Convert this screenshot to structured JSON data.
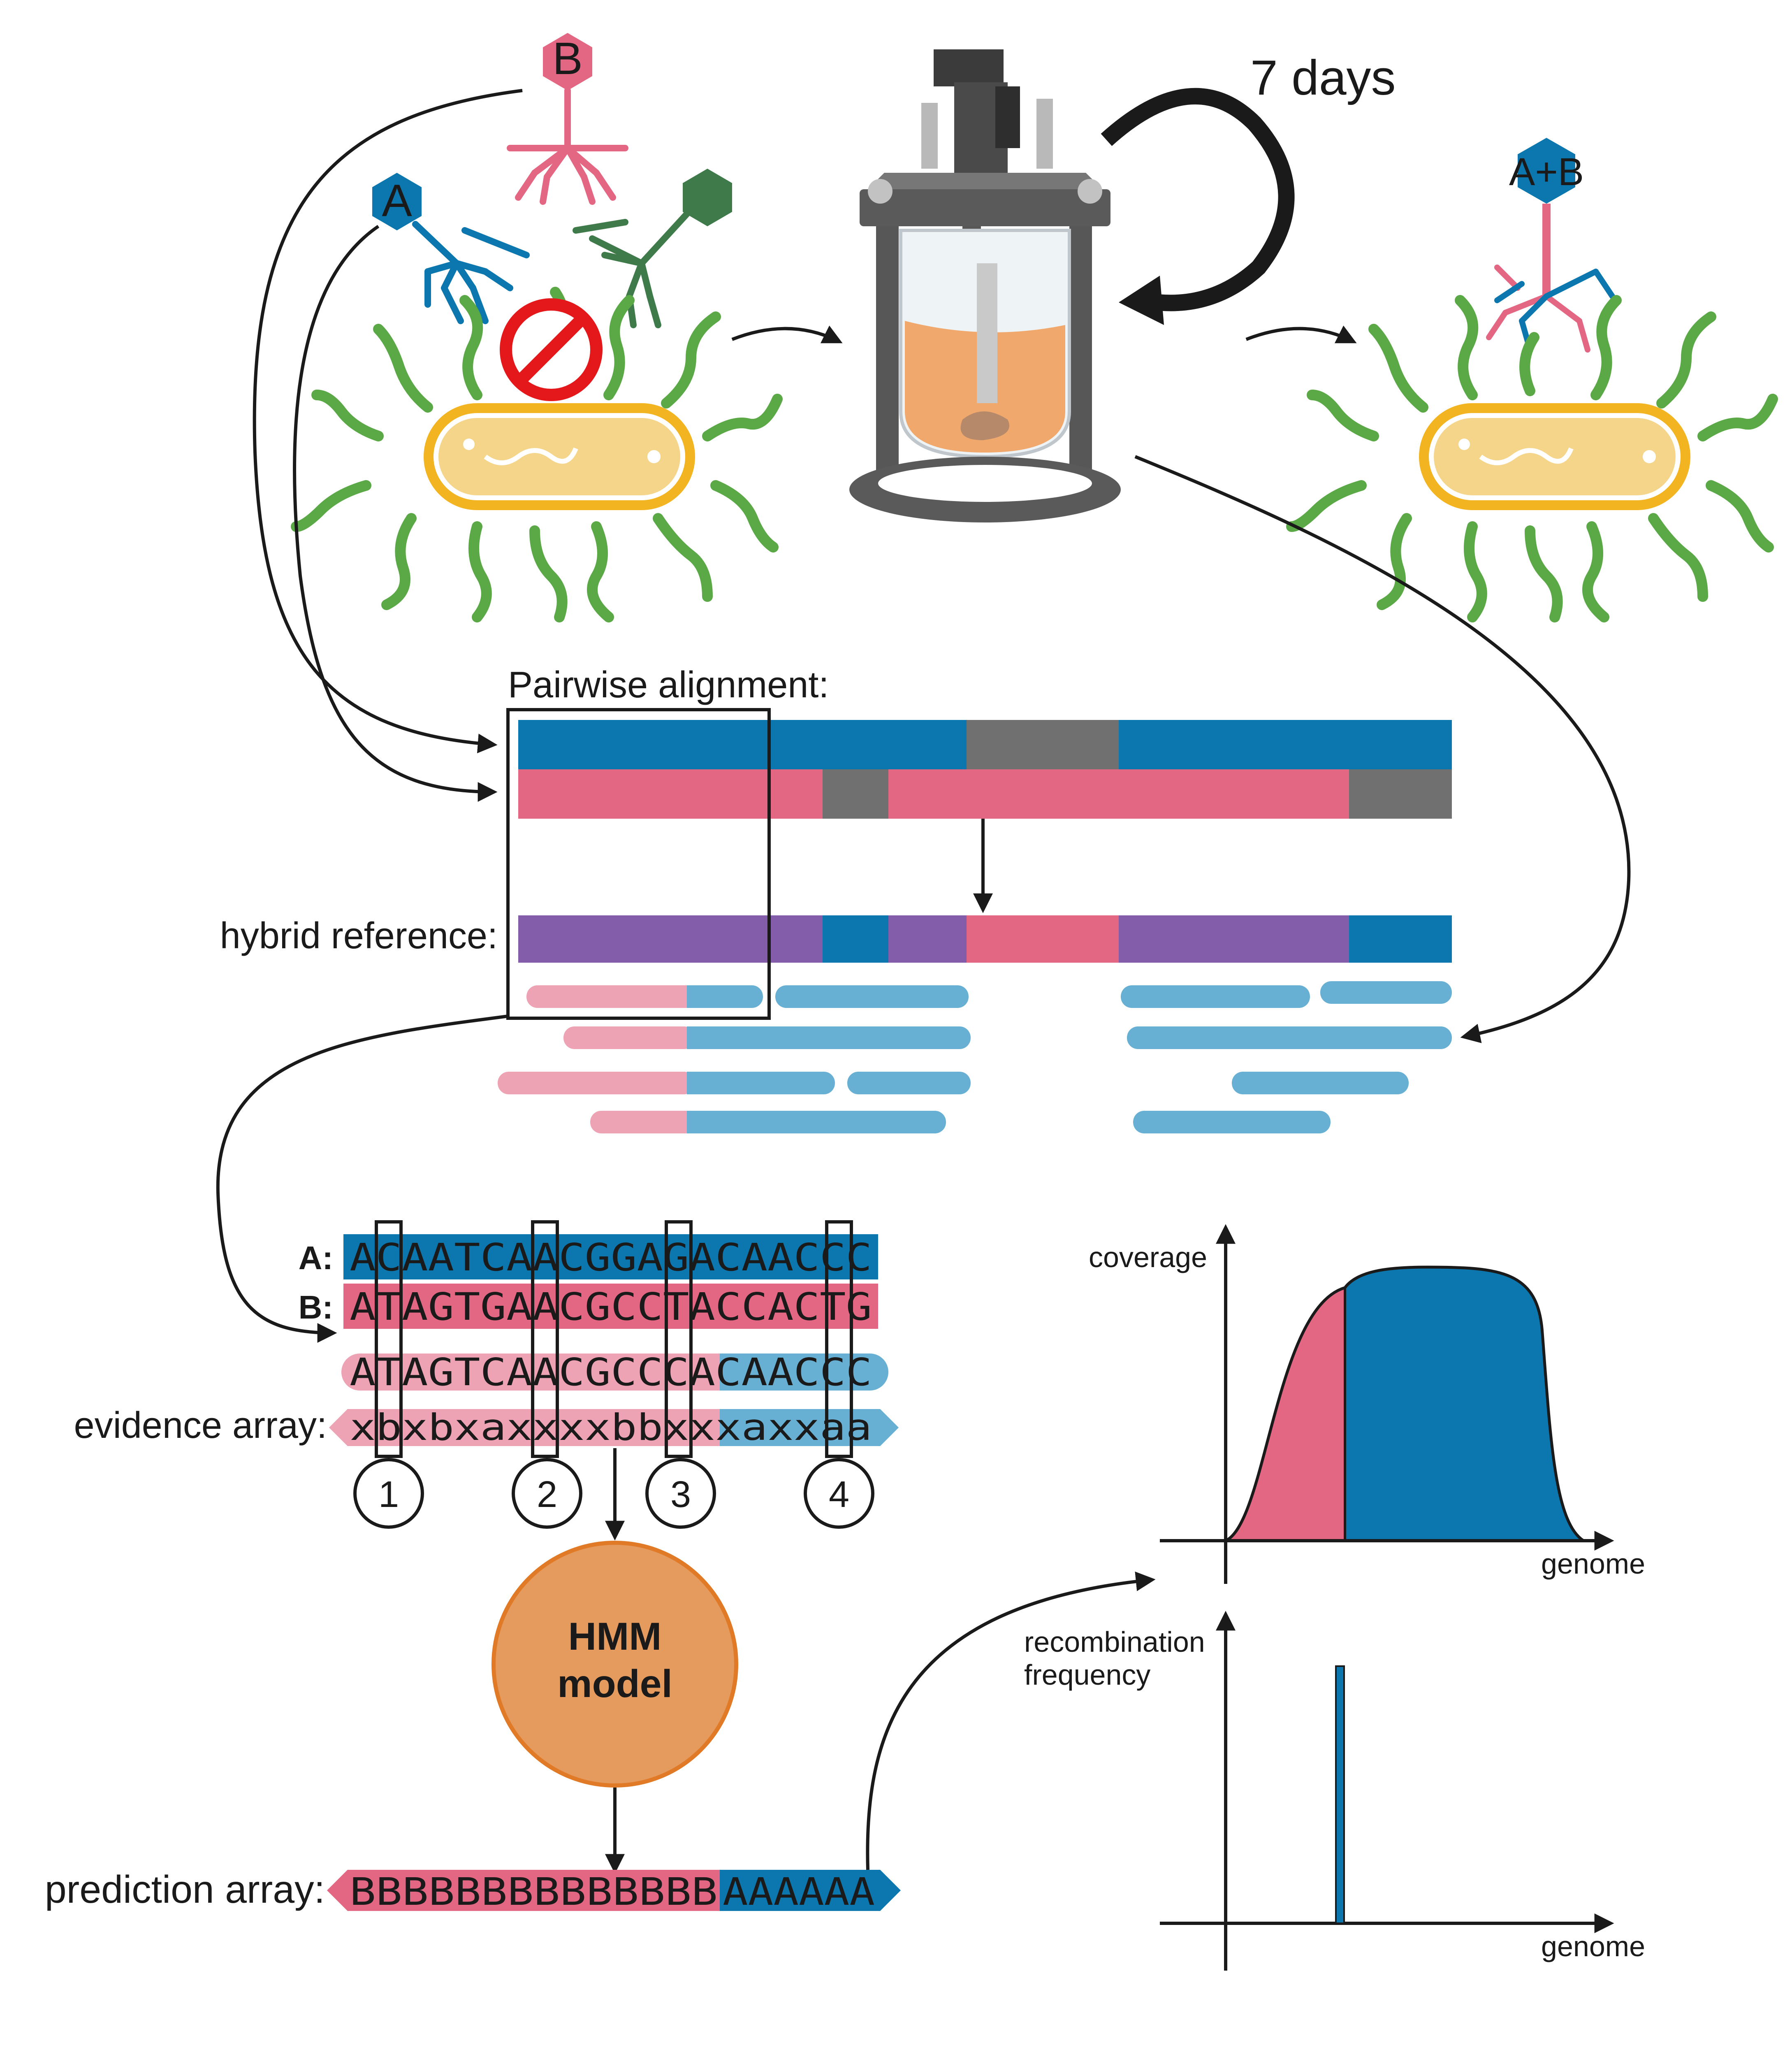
{
  "phages": {
    "a_label": "A",
    "b_label": "B",
    "hybrid_label": "A+B"
  },
  "bioreactor": {
    "duration_label": "7 days"
  },
  "alignment": {
    "title": "Pairwise alignment:",
    "hybrid_label": "hybrid reference:"
  },
  "sequences": {
    "a_label": "A:",
    "b_label": "B:",
    "a_seq": "ACAATCAACGGAGACAACCC",
    "b_seq": "ATAGTGAACGCCTACCACTG",
    "read_seq": "ATAGTCAACGCCCACAACCC",
    "evidence_label": "evidence array:",
    "evidence_seq": "xbxbxaxxxxbbxxxaxxaa",
    "markers": [
      "1",
      "2",
      "3",
      "4"
    ],
    "prediction_label": "prediction array:",
    "prediction_b": "BBBBBBBBBBBBBB",
    "prediction_a": "AAAAAA"
  },
  "hmm": {
    "line1": "HMM",
    "line2": "model"
  },
  "charts": {
    "coverage": {
      "ylabel": "coverage",
      "xlabel": "genome"
    },
    "recombination": {
      "ylabel_line1": "recombination",
      "ylabel_line2": "frequency",
      "xlabel": "genome"
    }
  },
  "colors": {
    "phage_a": "#0b77ae",
    "phage_b": "#e36782",
    "phage_other": "#3f7a4b",
    "hybrid": "#835caa",
    "gap": "#707070",
    "read_b": "#eea3b4",
    "read_a": "#67b0d3",
    "hmm": "#e59a5e",
    "cell_body": "#f5d58a",
    "cell_wall": "#f3b421",
    "flagella": "#5aa846"
  }
}
